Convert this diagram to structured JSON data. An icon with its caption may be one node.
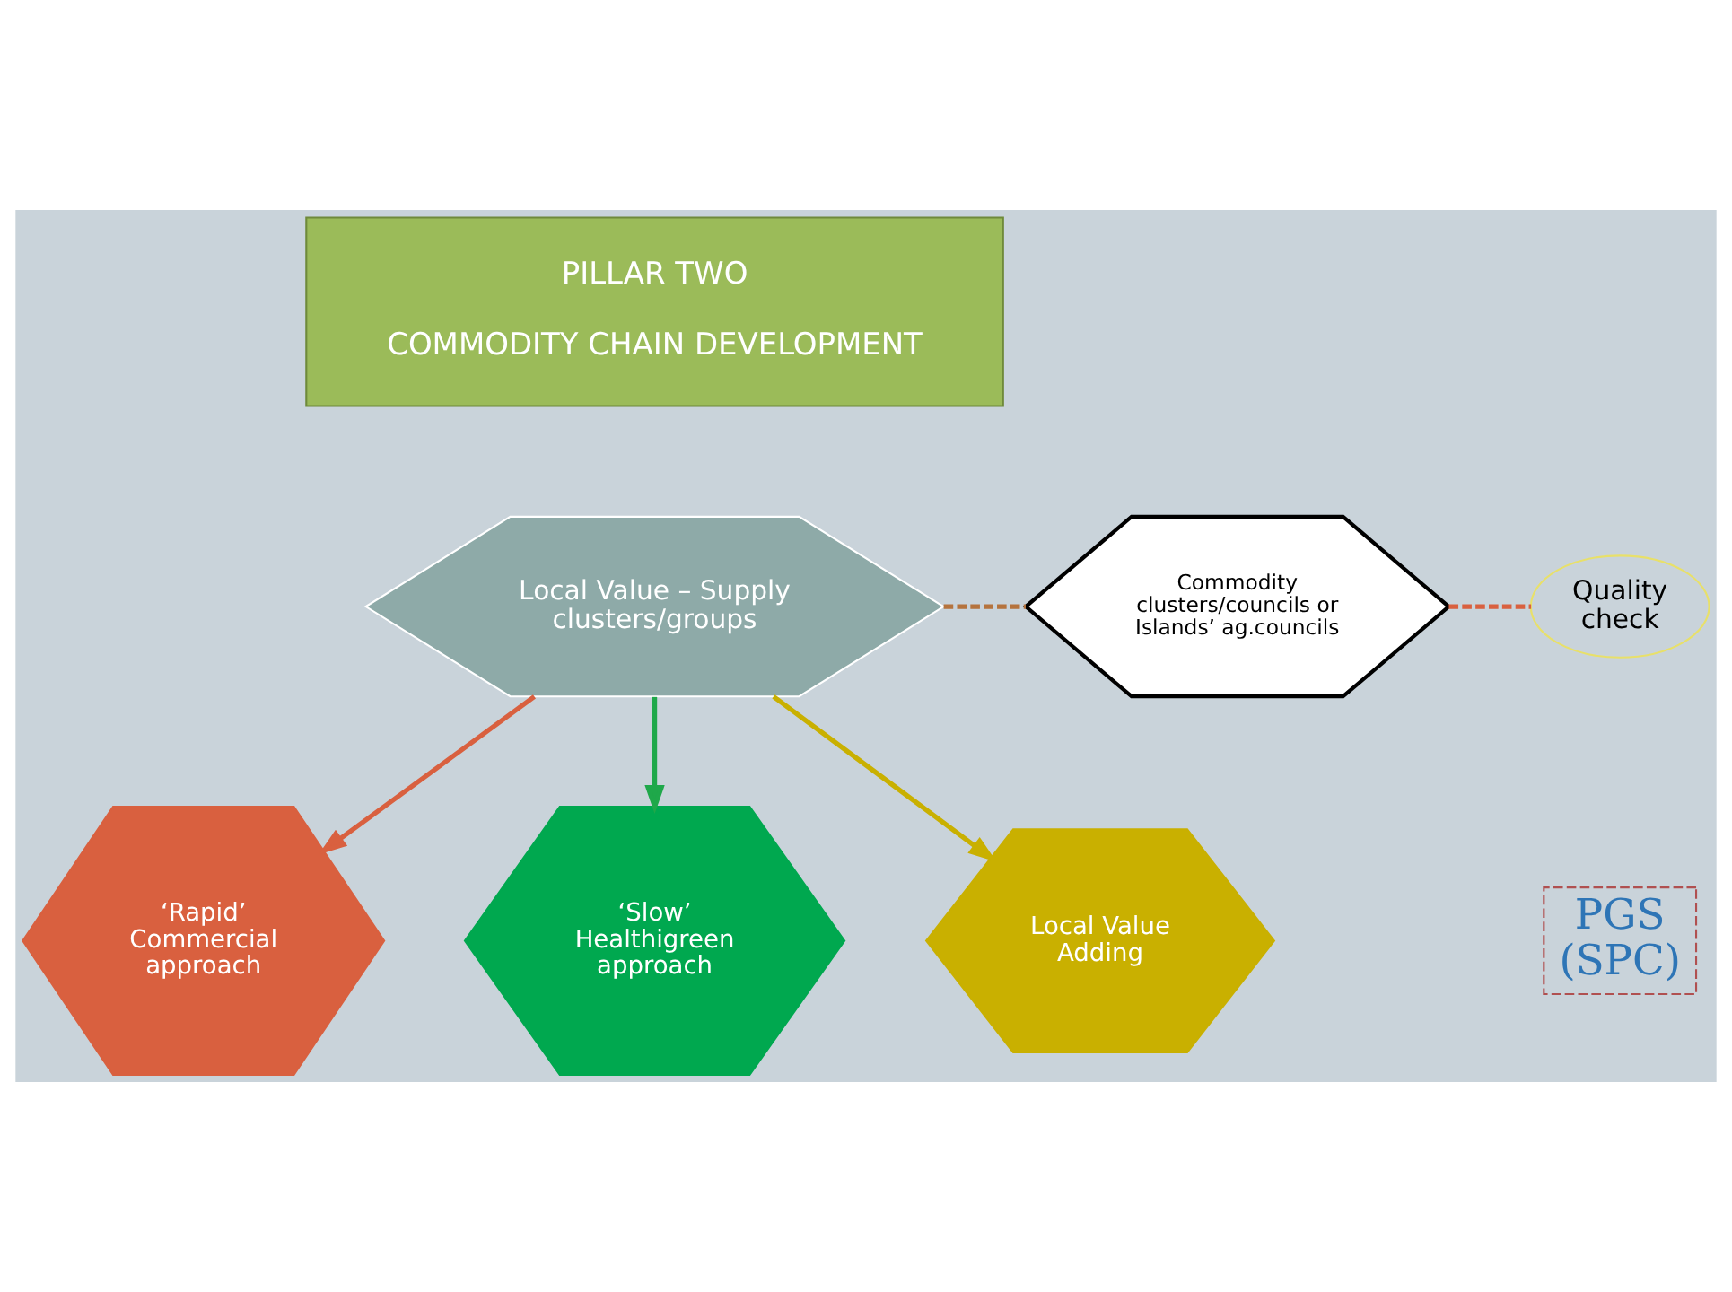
{
  "diagram": {
    "nodes": [
      {
        "text": [
          "PILLAR TWO",
          "COMMODITY CHAIN DEVELOPMENT"
        ]
      },
      {
        "text": [
          "Local Value – Supply clusters/groups"
        ]
      },
      {
        "text": [
          "Commodity clusters/councils or Islands’ ag.councils"
        ]
      },
      {
        "text": [
          "Quality check"
        ]
      },
      {
        "text": [
          "PGS (SPC)"
        ]
      },
      {
        "text": [
          "‘Rapid’ Commercial approach"
        ]
      },
      {
        "text": [
          "‘Slow’ Healthigreen approach"
        ]
      },
      {
        "text": [
          "Local Value Adding"
        ]
      }
    ],
    "edges": [
      {
        "from": 1,
        "to": 2,
        "arrow": "none",
        "style": "dashed",
        "color": "#b5733d"
      },
      {
        "from": 2,
        "to": 3,
        "arrow": "none",
        "style": "dashed",
        "color": "#d9603f"
      },
      {
        "from": 1,
        "to": 5,
        "arrow": "to",
        "color": "#d9603f"
      },
      {
        "from": 1,
        "to": 6,
        "arrow": "to",
        "color": "#1fa84a"
      },
      {
        "from": 1,
        "to": 7,
        "arrow": "to",
        "color": "#c9b000"
      }
    ]
  }
}
